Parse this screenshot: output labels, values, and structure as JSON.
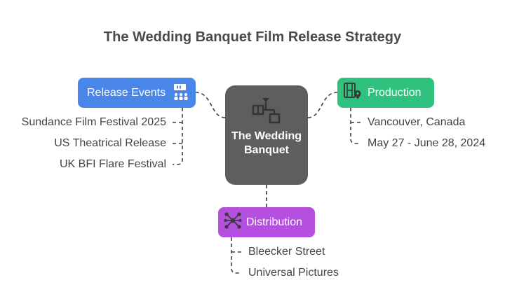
{
  "title": "The Wedding Banquet Film Release Strategy",
  "center": {
    "label": "The Wedding Banquet",
    "icon": "flowchart-icon"
  },
  "release_events": {
    "label": "Release Events",
    "icon": "ticket-audience-icon",
    "color": "#4a86e8",
    "items": [
      "Sundance Film Festival 2025",
      "US Theatrical Release",
      "UK BFI Flare Festival"
    ]
  },
  "production": {
    "label": "Production",
    "icon": "film-location-icon",
    "color": "#2ec27e",
    "items": [
      "Vancouver, Canada",
      "May 27 - June 28, 2024"
    ]
  },
  "distribution": {
    "label": "Distribution",
    "icon": "network-share-icon",
    "color": "#b44fe0",
    "items": [
      "Bleecker Street",
      "Universal Pictures"
    ]
  }
}
